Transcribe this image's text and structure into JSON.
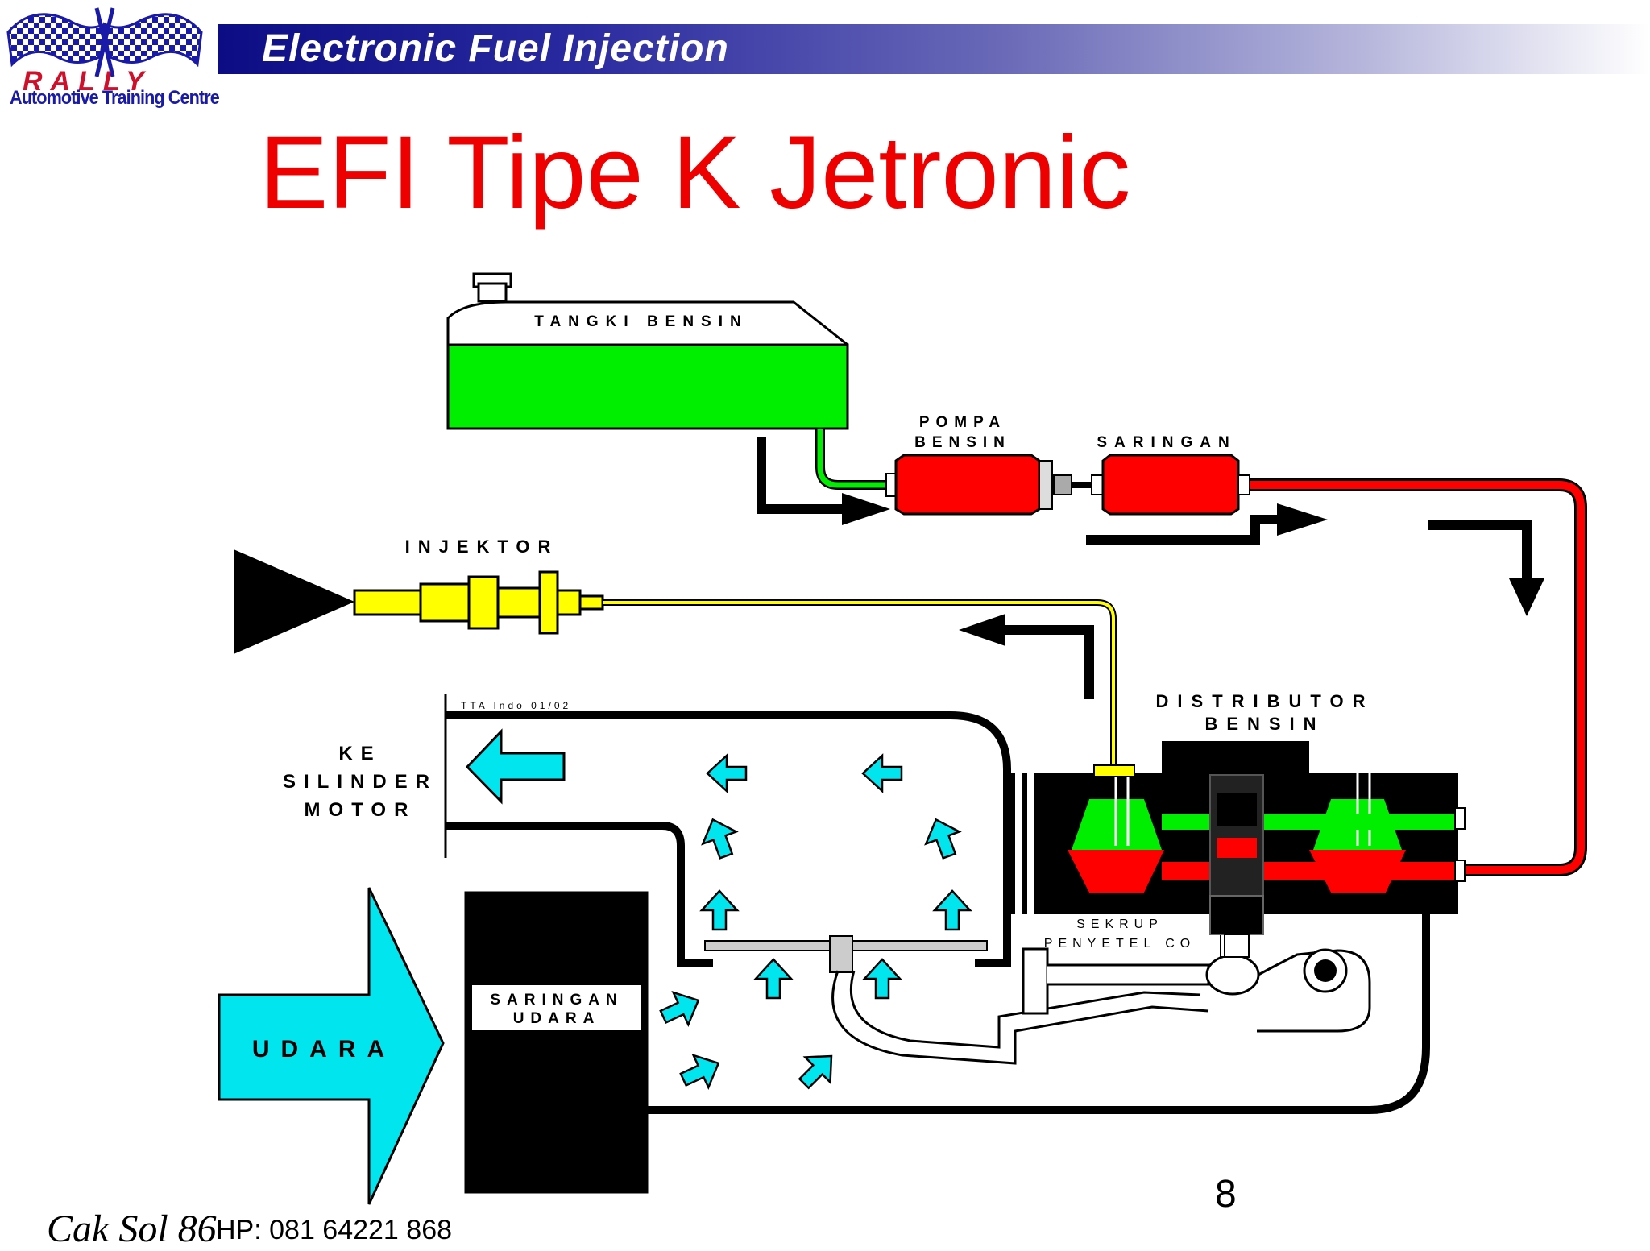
{
  "header": {
    "title": "Electronic Fuel Injection"
  },
  "logo": {
    "line1": "RALLY",
    "line2": "Automotive Training Centre"
  },
  "slide_title": "EFI Tipe K Jetronic",
  "diagram_labels": {
    "tank": "TANGKI BENSIN",
    "pump_line1": "POMPA",
    "pump_line2": "BENSIN",
    "filter": "SARINGAN",
    "injector": "INJEKTOR",
    "distributor_line1": "DISTRIBUTOR",
    "distributor_line2": "BENSIN",
    "cylinder_line1": "KE",
    "cylinder_line2": "SILINDER",
    "cylinder_line3": "MOTOR",
    "code": "TTA Indo 01/02",
    "screw_line1": "SEKRUP",
    "screw_line2": "PENYETEL CO",
    "air_filter_line1": "SARINGAN",
    "air_filter_line2": "UDARA",
    "air": "UDARA"
  },
  "colors": {
    "fuel_tank": "#00ee00",
    "pump": "#ff0000",
    "fuel_line": "#ff0000",
    "injector": "#ffff00",
    "air_arrow": "#00e5ee",
    "title": "#ee0000"
  },
  "page_number": "8",
  "footer": {
    "author": "Cak Sol 86",
    "phone": "HP: 081 64221 868"
  }
}
